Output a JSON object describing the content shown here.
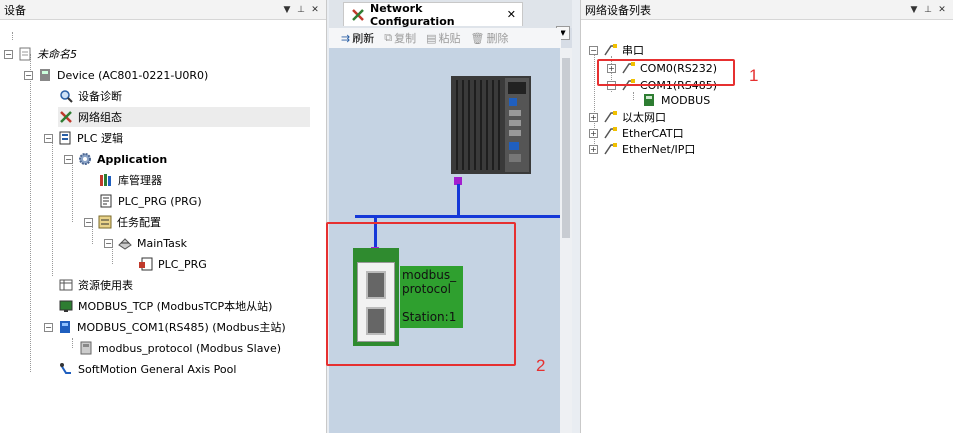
{
  "left_panel": {
    "title": "设备",
    "tree": [
      {
        "label": "未命名5"
      },
      {
        "label": "Device (AC801-0221-U0R0)"
      },
      {
        "label": "设备诊断"
      },
      {
        "label": "网络组态"
      },
      {
        "label": "PLC 逻辑"
      },
      {
        "label": "Application"
      },
      {
        "label": "库管理器"
      },
      {
        "label": "PLC_PRG (PRG)"
      },
      {
        "label": "任务配置"
      },
      {
        "label": "MainTask"
      },
      {
        "label": "PLC_PRG"
      },
      {
        "label": "资源使用表"
      },
      {
        "label": "MODBUS_TCP (ModbusTCP本地从站)"
      },
      {
        "label": "MODBUS_COM1(RS485) (Modbus主站)"
      },
      {
        "label": "modbus_protocol (Modbus Slave)"
      },
      {
        "label": "SoftMotion General Axis Pool"
      }
    ]
  },
  "middle_panel": {
    "tab_label": "Network Configuration",
    "toolbar": {
      "refresh": "刷新",
      "copy": "复制",
      "paste": "粘贴",
      "delete": "删除"
    },
    "slave_label": [
      "modbus_",
      "protocol",
      "",
      "Station:1"
    ]
  },
  "right_panel": {
    "title": "网络设备列表",
    "tree": [
      {
        "label": "串口"
      },
      {
        "label": "COM0(RS232)"
      },
      {
        "label": "COM1(RS485)"
      },
      {
        "label": "MODBUS"
      },
      {
        "label": "以太网口"
      },
      {
        "label": "EtherCAT口"
      },
      {
        "label": "EtherNet/IP口"
      }
    ]
  },
  "annotations": {
    "one": "1",
    "two": "2"
  },
  "colors": {
    "highlight": "#e63030",
    "bus": "#1538d8",
    "slave_green": "#2fa02f",
    "port_purple": "#a21fd0"
  }
}
